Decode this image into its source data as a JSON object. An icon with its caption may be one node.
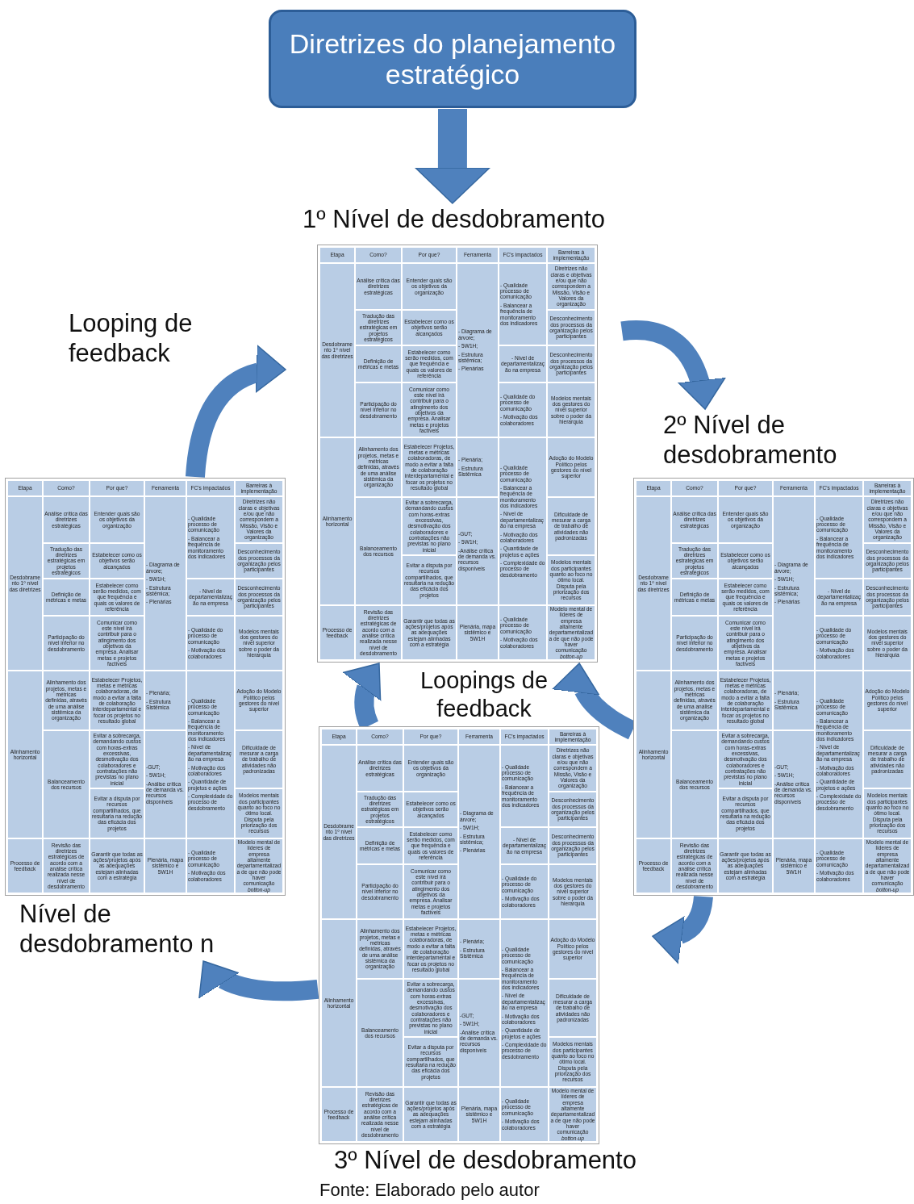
{
  "diagram": {
    "caption": "Fonte: Elaborado pelo autor",
    "nodes": [
      {
        "text": [
          "Diretrizes do planejamento estratégico"
        ]
      },
      {
        "text": [
          "Etapa",
          "Como?",
          "Por que?",
          "Ferramenta",
          "FC's impactados",
          "Barreiras à implementação",
          "Desdobramento 1º nível das diretrizes",
          "Análise crítica das diretrizes estratégicas",
          "Entender quais são os objetivos da organização",
          "- Diagrama de árvore;",
          "- 5W1H;",
          "- Estrutura sistêmica;",
          "- Plenárias",
          "- Qualidade processo de comunicação",
          "- Balancear a frequência de monitoramento dos indicadores",
          "Diretrizes não claras e objetivas e/ou que não correspondem a Missão, Visão e Valores da organização",
          "Tradução das diretrizes estratégicas em projetos estratégicos",
          "Estabelecer como os objetivos serão alcançados",
          "Desconhecimento dos processos da organização pelos participantes",
          "Definição de métricas e metas",
          "Estabelecer como serão medidos, com que frequência e quais os valores de referência",
          "- Nível de departamentalização na empresa",
          "Desconhecimento dos processos da organização pelos participantes",
          "Participação do nível inferior no desdobramento",
          "Comunicar como este nível irá contribuir para o atingimento dos objetivos da empresa. Analisar metas e projetos factíveis",
          "- Qualidade do processo de comunicação",
          "- Motivação dos colaboradores",
          "Modelos mentais dos gestores do nível superior sobre o poder da hierarquia",
          "Alinhamento horizontal",
          "Alinhamento dos projetos, metas e métricas definidas, através de uma análise sistêmica da organização",
          "Estabelecer Projetos, metas e métricas colaboradoras, de modo a evitar a falta de colaboração interdepartamental e focar os projetos no resultado global",
          "- Plenária;",
          "- Estrutura Sistêmica",
          "- Qualidade processo de comunicação",
          "- Balancear a frequência de monitoramento dos indicadores",
          "- Nível de departamentalização na empresa",
          "- Motivação dos colaboradores",
          "- Quantidade de projetos e ações",
          "- Complexidade do processo de desdobramento",
          "Adoção do Modelo Político pelos gestores do nível superior",
          "Balanceamento dos recursos",
          "Evitar a sobrecarga, demandando custos com horas-extras excessivas, desmotivação dos colaboradores e contratações não previstas no plano inicial",
          "-GUT;",
          "- 5W1H;",
          "-Análise crítica de demanda vs. recursos disponíveis",
          "Dificuldade de mesurar a carga de trabalho de atividades não padronizadas",
          "Evitar a disputa por recursos compartilhados, que resultaria na redução das eficácia dos projetos",
          "Modelos mentais dos participantes quanto ao foco no ótimo local. Disputa pela priorização dos recursos",
          "Processo de feedback",
          "Revisão das diretrizes estratégicas de acordo com a análise crítica realizada nesse nível de desdobramento",
          "Garantir que todas as ações/projetos após as adequações estejam alinhadas com a estratégia",
          "Plenária, mapa sistêmico e 5W1H",
          "- Qualidade processo de comunicação",
          "- Motivação dos colaboradores",
          "Modelo mental de líderes de empresa altamente departamentalizada de que não pode haver comunicação *botton-up*"
        ],
        "beside": [
          "1º Nível de desdobramento"
        ]
      },
      {
        "text": [
          "Etapa",
          "Como?",
          "Por que?",
          "Ferramenta",
          "FC's impactados",
          "Barreiras à implementação",
          "Desdobramento 1º nível das diretrizes",
          "Análise crítica das diretrizes estratégicas",
          "Entender quais são os objetivos da organização",
          "- Diagrama de árvore;",
          "- 5W1H;",
          "- Estrutura sistêmica;",
          "- Plenárias",
          "- Qualidade processo de comunicação",
          "- Balancear a frequência de monitoramento dos indicadores",
          "Diretrizes não claras e objetivas e/ou que não correspondem a Missão, Visão e Valores da organização",
          "Tradução das diretrizes estratégicas em projetos estratégicos",
          "Estabelecer como os objetivos serão alcançados",
          "Desconhecimento dos processos da organização pelos participantes",
          "Definição de métricas e metas",
          "Estabelecer como serão medidos, com que frequência e quais os valores de referência",
          "- Nível de departamentalização na empresa",
          "Desconhecimento dos processos da organização pelos participantes",
          "Participação do nível inferior no desdobramento",
          "Comunicar como este nível irá contribuir para o atingimento dos objetivos da empresa. Analisar metas e projetos factíveis",
          "- Qualidade do processo de comunicação",
          "- Motivação dos colaboradores",
          "Modelos mentais dos gestores do nível superior sobre o poder da hierarquia",
          "Alinhamento horizontal",
          "Alinhamento dos projetos, metas e métricas definidas, através de uma análise sistêmica da organização",
          "Estabelecer Projetos, metas e métricas colaboradoras, de modo a evitar a falta de colaboração interdepartamental e focar os projetos no resultado global",
          "- Plenária;",
          "- Estrutura Sistêmica",
          "- Qualidade processo de comunicação",
          "- Balancear a frequência de monitoramento dos indicadores",
          "- Nível de departamentalização na empresa",
          "- Motivação dos colaboradores",
          "- Quantidade de projetos e ações",
          "- Complexidade do processo de desdobramento",
          "Adoção do Modelo Político pelos gestores do nível superior",
          "Balanceamento dos recursos",
          "Evitar a sobrecarga, demandando custos com horas-extras excessivas, desmotivação dos colaboradores e contratações não previstas no plano inicial",
          "-GUT;",
          "- 5W1H;",
          "-Análise crítica de demanda vs. recursos disponíveis",
          "Dificuldade de mesurar a carga de trabalho de atividades não padronizadas",
          "Evitar a disputa por recursos compartilhados, que resultaria na redução das eficácia dos projetos",
          "Modelos mentais dos participantes quanto ao foco no ótimo local. Disputa pela priorização dos recursos",
          "Processo de feedback",
          "Revisão das diretrizes estratégicas de acordo com a análise crítica realizada nesse nível de desdobramento",
          "Garantir que todas as ações/projetos após as adequações estejam alinhadas com a estratégia",
          "Plenária, mapa sistêmico e 5W1H",
          "- Qualidade processo de comunicação",
          "- Motivação dos colaboradores",
          "Modelo mental de líderes de empresa altamente departamentalizada de que não pode haver comunicação *botton-up*"
        ],
        "beside": [
          "2º Nível de desdobramento"
        ]
      },
      {
        "text": [
          "Etapa",
          "Como?",
          "Por que?",
          "Ferramenta",
          "FC's impactados",
          "Barreiras à implementação",
          "Desdobramento 1º nível das diretrizes",
          "Análise crítica das diretrizes estratégicas",
          "Entender quais são os objetivos da organização",
          "- Diagrama de árvore;",
          "- 5W1H;",
          "- Estrutura sistêmica;",
          "- Plenárias",
          "- Qualidade processo de comunicação",
          "- Balancear a frequência de monitoramento dos indicadores",
          "Diretrizes não claras e objetivas e/ou que não correspondem a Missão, Visão e Valores da organização",
          "Tradução das diretrizes estratégicas em projetos estratégicos",
          "Estabelecer como os objetivos serão alcançados",
          "Desconhecimento dos processos da organização pelos participantes",
          "Definição de métricas e metas",
          "Estabelecer como serão medidos, com que frequência e quais os valores de referência",
          "- Nível de departamentalização na empresa",
          "Desconhecimento dos processos da organização pelos participantes",
          "Participação do nível inferior no desdobramento",
          "Comunicar como este nível irá contribuir para o atingimento dos objetivos da empresa. Analisar metas e projetos factíveis",
          "- Qualidade do processo de comunicação",
          "- Motivação dos colaboradores",
          "Modelos mentais dos gestores do nível superior sobre o poder da hierarquia",
          "Alinhamento horizontal",
          "Alinhamento dos projetos, metas e métricas definidas, através de uma análise sistêmica da organização",
          "Estabelecer Projetos, metas e métricas colaboradoras, de modo a evitar a falta de colaboração interdepartamental e focar os projetos no resultado global",
          "- Plenária;",
          "- Estrutura Sistêmica",
          "- Qualidade processo de comunicação",
          "- Balancear a frequência de monitoramento dos indicadores",
          "- Nível de departamentalização na empresa",
          "- Motivação dos colaboradores",
          "- Quantidade de projetos e ações",
          "- Complexidade do processo de desdobramento",
          "Adoção do Modelo Político pelos gestores do nível superior",
          "Balanceamento dos recursos",
          "Evitar a sobrecarga, demandando custos com horas-extras excessivas, desmotivação dos colaboradores e contratações não previstas no plano inicial",
          "-GUT;",
          "- 5W1H;",
          "-Análise crítica de demanda vs. recursos disponíveis",
          "Dificuldade de mesurar a carga de trabalho de atividades não padronizadas",
          "Evitar a disputa por recursos compartilhados, que resultaria na redução das eficácia dos projetos",
          "Modelos mentais dos participantes quanto ao foco no ótimo local. Disputa pela priorização dos recursos",
          "Processo de feedback",
          "Revisão das diretrizes estratégicas de acordo com a análise crítica realizada nesse nível de desdobramento",
          "Garantir que todas as ações/projetos após as adequações estejam alinhadas com a estratégia",
          "Plenária, mapa sistêmico e 5W1H",
          "- Qualidade processo de comunicação",
          "- Motivação dos colaboradores",
          "Modelo mental de líderes de empresa altamente departamentalizada de que não pode haver comunicação *botton-up*"
        ],
        "beside": [
          "3º Nível de desdobramento"
        ]
      },
      {
        "text": [
          "Etapa",
          "Como?",
          "Por que?",
          "Ferramenta",
          "FC's impactados",
          "Barreiras à implementação",
          "Desdobramento 1º nível das diretrizes",
          "Análise crítica das diretrizes estratégicas",
          "Entender quais são os objetivos da organização",
          "- Diagrama de árvore;",
          "- 5W1H;",
          "- Estrutura sistêmica;",
          "- Plenárias",
          "- Qualidade processo de comunicação",
          "- Balancear a frequência de monitoramento dos indicadores",
          "Diretrizes não claras e objetivas e/ou que não correspondem a Missão, Visão e Valores da organização",
          "Tradução das diretrizes estratégicas em projetos estratégicos",
          "Estabelecer como os objetivos serão alcançados",
          "Desconhecimento dos processos da organização pelos participantes",
          "Definição de métricas e metas",
          "Estabelecer como serão medidos, com que frequência e quais os valores de referência",
          "- Nível de departamentalização na empresa",
          "Desconhecimento dos processos da organização pelos participantes",
          "Participação do nível inferior no desdobramento",
          "Comunicar como este nível irá contribuir para o atingimento dos objetivos da empresa. Analisar metas e projetos factíveis",
          "- Qualidade do processo de comunicação",
          "- Motivação dos colaboradores",
          "Modelos mentais dos gestores do nível superior sobre o poder da hierarquia",
          "Alinhamento horizontal",
          "Alinhamento dos projetos, metas e métricas definidas, através de uma análise sistêmica da organização",
          "Estabelecer Projetos, metas e métricas colaboradoras, de modo a evitar a falta de colaboração interdepartamental e focar os projetos no resultado global",
          "- Plenária;",
          "- Estrutura Sistêmica",
          "- Qualidade processo de comunicação",
          "- Balancear a frequência de monitoramento dos indicadores",
          "- Nível de departamentalização na empresa",
          "- Motivação dos colaboradores",
          "- Quantidade de projetos e ações",
          "- Complexidade do processo de desdobramento",
          "Adoção do Modelo Político pelos gestores do nível superior",
          "Balanceamento dos recursos",
          "Evitar a sobrecarga, demandando custos com horas-extras excessivas, desmotivação dos colaboradores e contratações não previstas no plano inicial",
          "-GUT;",
          "- 5W1H;",
          "-Análise crítica de demanda vs. recursos disponíveis",
          "Dificuldade de mesurar a carga de trabalho de atividades não padronizadas",
          "Evitar a disputa por recursos compartilhados, que resultaria na redução das eficácia dos projetos",
          "Modelos mentais dos participantes quanto ao foco no ótimo local. Disputa pela priorização dos recursos",
          "Processo de feedback",
          "Revisão das diretrizes estratégicas de acordo com a análise crítica realizada nesse nível de desdobramento",
          "Garantir que todas as ações/projetos após as adequações estejam alinhadas com a estratégia",
          "Plenária, mapa sistêmico e 5W1H",
          "- Qualidade processo de comunicação",
          "- Motivação dos colaboradores",
          "Modelo mental de líderes de empresa altamente departamentalizada de que não pode haver comunicação *botton-up*"
        ],
        "beside": [
          "Nível de desdobramento n"
        ]
      }
    ],
    "edges": [
      {
        "from": 0,
        "to": 1,
        "arrow": "to"
      },
      {
        "from": 1,
        "to": 2,
        "arrow": "to"
      },
      {
        "from": 2,
        "to": 3,
        "arrow": "to"
      },
      {
        "from": 3,
        "to": 4,
        "arrow": "to"
      },
      {
        "from": 4,
        "to": 1,
        "arrow": "to"
      },
      {
        "from": 3,
        "to": 1,
        "arrow": "to"
      },
      {
        "from": 2,
        "to": 1,
        "arrow": "to"
      }
    ],
    "labels": [
      "Looping de feedback",
      "Loopings de feedback"
    ]
  }
}
